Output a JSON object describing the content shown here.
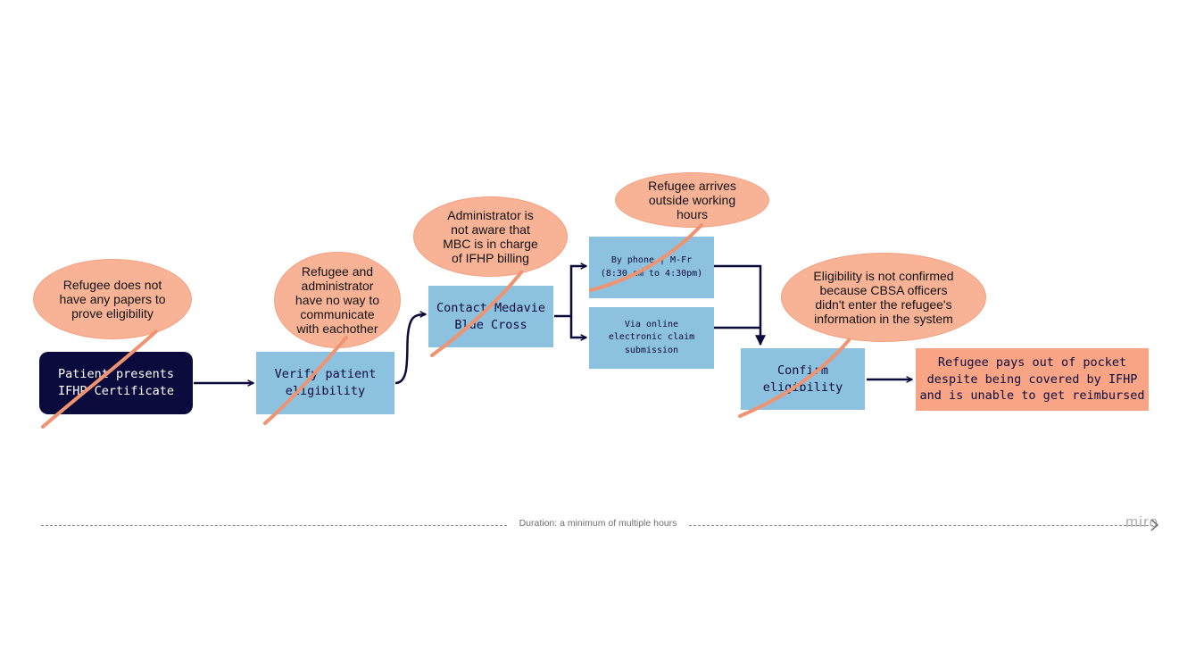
{
  "nodes": {
    "patient_presents": "Patient presents\nIFHP Certificate",
    "verify_eligibility": "Verify patient\neligibility",
    "contact_mbc": "Contact Medavie\nBlue Cross",
    "by_phone": "By phone | M-Fr\n(8:30 am to 4:30pm)",
    "via_online": "Via online\nelectronic claim\nsubmission",
    "confirm_eligibility": "Confirm\neligibility",
    "refugee_pays": "Refugee pays out of pocket\ndespite being covered by IFHP\nand is unable to get reimbursed"
  },
  "pain_points": {
    "no_papers": "Refugee does not\nhave any papers to\nprove eligibility",
    "no_communication": "Refugee and\nadministrator\nhave no way to\ncommunicate\nwith eachother",
    "admin_unaware": "Administrator is\nnot aware that\nMBC is in charge\nof IFHP billing",
    "outside_hours": "Refugee arrives\noutside working\nhours",
    "not_confirmed": "Eligibility is not confirmed\nbecause CBSA officers\ndidn't enter the refugee's\ninformation in the system"
  },
  "footer": {
    "duration": "Duration: a minimum of multiple hours"
  },
  "brand": {
    "logo": "miro"
  },
  "colors": {
    "navy": "#0b0a3d",
    "blue": "#8dc1e0",
    "orange_box": "#f9a585",
    "bubble": "#f8b396",
    "tail": "#ef9370"
  }
}
